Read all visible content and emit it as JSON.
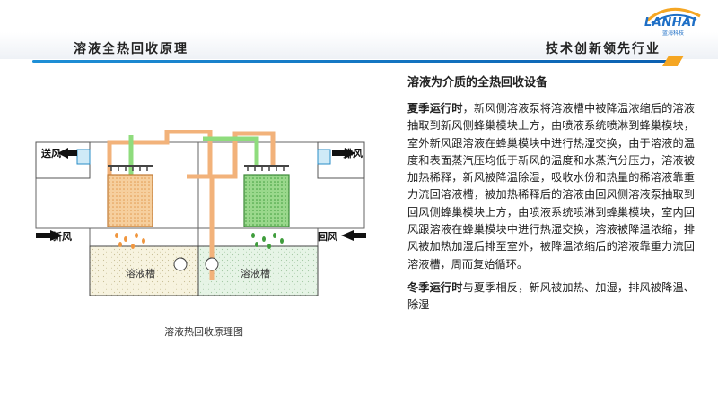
{
  "header": {
    "left_title": "溶液全热回收原理",
    "right_title": "技术创新领先行业",
    "logo_brand": "LANHAI",
    "logo_sub": "蓝海科技",
    "accent_color": "#1e8fd6",
    "highlight_color": "#f5a623"
  },
  "diagram": {
    "labels": {
      "supply_air": "送风",
      "exhaust_air": "排风",
      "fresh_air": "新风",
      "return_air": "回风",
      "tank_left": "溶液槽",
      "tank_right": "溶液槽"
    },
    "caption": "溶液热回收原理图"
  },
  "content": {
    "title": "溶液为介质的全热回收设备",
    "summer_label": "夏季运行时",
    "summer_text": "，新风侧溶液泵将溶液槽中被降温浓缩后的溶液抽取到新风侧蜂巢模块上方，由喷液系统喷淋到蜂巢模块，室外新风跟溶液在蜂巢模块中进行热湿交换，由于溶液的温度和表面蒸汽压均低于新风的温度和水蒸汽分压力，溶液被加热稀释，新风被降温除湿，吸收水份和热量的稀溶液靠重力流回溶液槽，被加热稀释后的溶液由回风侧溶液泵抽取到回风侧蜂巢模块上方，由喷液系统喷淋到蜂巢模块，室内回风跟溶液在蜂巢模块中进行热湿交换，溶液被降温浓缩，排风被加热加湿后排至室外，被降温浓缩后的溶液靠重力流回溶液槽，周而复始循环。",
    "winter_label": "冬季运行时",
    "winter_text": "与夏季相反，新风被加热、加湿，排风被降温、除湿"
  }
}
